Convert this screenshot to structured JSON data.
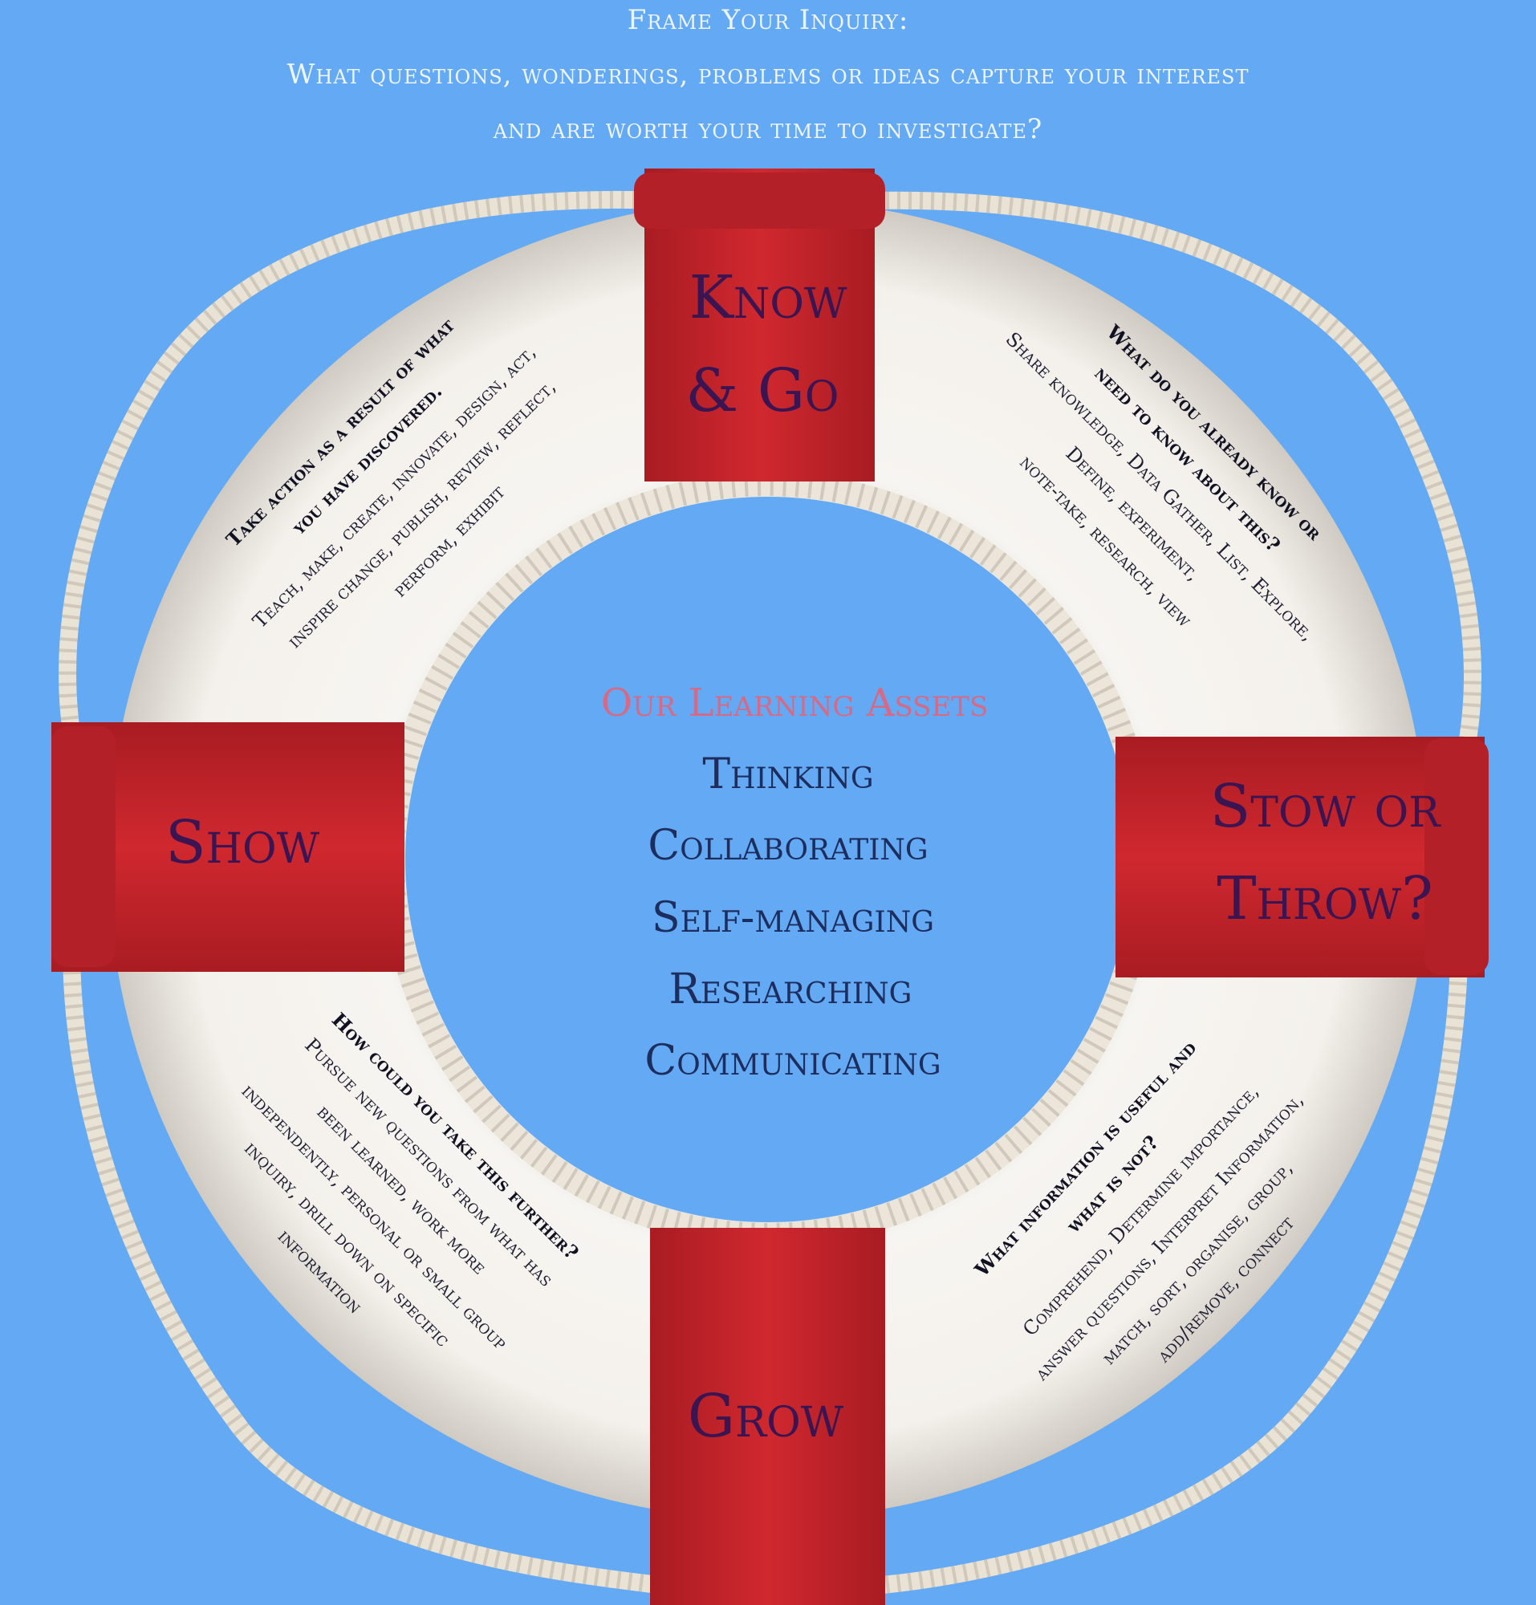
{
  "header": {
    "line1": "Frame Your Inquiry:",
    "line2": "What questions, wonderings, problems or ideas capture your interest",
    "line3": "and are worth your time to investigate?"
  },
  "bands": {
    "top_line1": "Know",
    "top_line2": "& Go",
    "left": "Show",
    "right_line1": "Stow or",
    "right_line2": "Throw?",
    "bottom": "Grow"
  },
  "quadrants": {
    "top_left": [
      "Take action as a result of what",
      "you have discovered.",
      "Teach, make, create, innovate, design, act,",
      "inspire change, publish, review, reflect,",
      "perform, exhibit"
    ],
    "top_right": [
      "What do you already know or",
      "need to know about this?",
      "Share knowledge, Data Gather, List, Explore,",
      "Define, experiment,",
      "note-take, research, view"
    ],
    "bottom_right": [
      "What information is useful and",
      "what is not?",
      "Comprehend, Determine importance,",
      "answer questions, Interpret Information,",
      "match, sort, organise, group,",
      "add/remove, connect"
    ],
    "bottom_left": [
      "How could you take this further?",
      "Pursue new questions from what has",
      "been learned, work more",
      "independently, personal or small group",
      "inquiry, drill down on specific",
      "information"
    ]
  },
  "center": {
    "title": "Our Learning Assets",
    "items": [
      "Thinking",
      "Collaborating",
      "Self-managing",
      "Researching",
      "Communicating"
    ]
  },
  "colors": {
    "background": "#64a9f4",
    "ring": "#f4f1ec",
    "band": "#c8242b",
    "rope": "#ebe5d8"
  }
}
